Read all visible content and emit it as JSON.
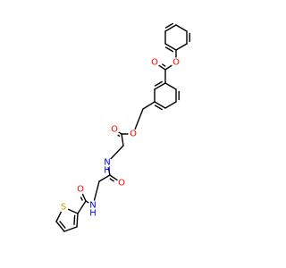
{
  "diagram": {
    "type": "chemical-structure",
    "atom_labels": [
      {
        "id": "o-phenyl-ester",
        "text": "O",
        "element": "O"
      },
      {
        "id": "o-benzoate-carbonyl",
        "text": "O",
        "element": "O"
      },
      {
        "id": "o-benzyl-ester",
        "text": "O",
        "element": "O"
      },
      {
        "id": "o-glycine-carbonyl",
        "text": "O",
        "element": "O"
      },
      {
        "id": "n-glycine-amide",
        "text": "N",
        "element": "N",
        "hydrogen": "H"
      },
      {
        "id": "o-amide-carbonyl",
        "text": "O",
        "element": "O"
      },
      {
        "id": "n-thiophene-amide",
        "text": "N",
        "element": "N",
        "hydrogen": "H"
      },
      {
        "id": "o-thiophene-carbonyl",
        "text": "O",
        "element": "O"
      },
      {
        "id": "s-thiophene",
        "text": "S",
        "element": "S"
      }
    ]
  },
  "colors": {
    "bond": "#000000",
    "O": "#ff0000",
    "N": "#0000ff",
    "S": "#b8a000",
    "background": "#ffffff"
  }
}
